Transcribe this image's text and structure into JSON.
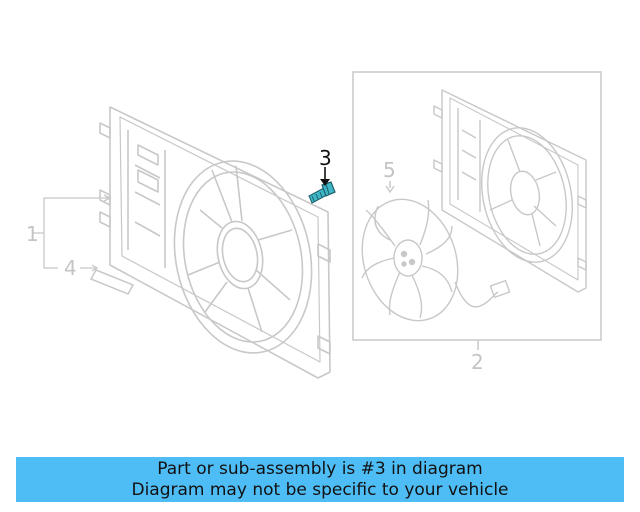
{
  "callouts": {
    "c1": "1",
    "c2": "2",
    "c3": "3",
    "c4": "4",
    "c5": "5"
  },
  "banner": {
    "line1": "Part or sub-assembly is #3 in diagram",
    "line2": "Diagram may not be specific to your vehicle"
  },
  "colors": {
    "highlight_part": "#3fb6c8",
    "banner_bg": "#4fbdf5",
    "drawing_line": "#c8c8c8"
  }
}
